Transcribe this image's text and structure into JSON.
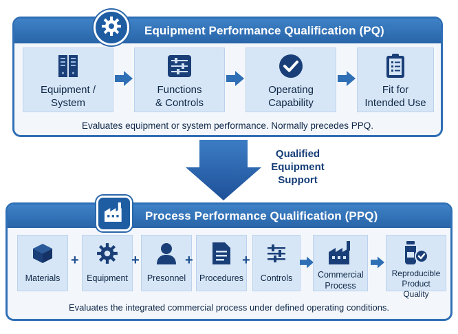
{
  "pq": {
    "title": "Equipment Performance Qualification (PQ)",
    "steps": [
      {
        "label": "Equipment / System",
        "icon": "server-rack-icon"
      },
      {
        "label": "Functions & Controls",
        "icon": "sliders-icon"
      },
      {
        "label": "Operating Capability",
        "icon": "checkmark-circle-icon"
      },
      {
        "label": "Fit for Intended Use",
        "icon": "clipboard-checklist-icon"
      }
    ],
    "description": "Evaluates equipment or system performance. Normally precedes PPQ.",
    "badge_icon": "gear-icon"
  },
  "connector": {
    "label_line1": "Qualified",
    "label_line2": "Equipment",
    "label_line3": "Support"
  },
  "ppq": {
    "title": "Process Performance Qualification (PPQ)",
    "inputs": [
      {
        "label": "Materials",
        "icon": "box-icon"
      },
      {
        "label": "Equipment",
        "icon": "gear-icon"
      },
      {
        "label": "Presonnel",
        "icon": "person-icon"
      },
      {
        "label": "Procedures",
        "icon": "document-icon"
      },
      {
        "label": "Controls",
        "icon": "sliders-icon"
      }
    ],
    "plus_symbol": "+",
    "outputs": [
      {
        "label": "Commercial Process",
        "icon": "factory-icon"
      },
      {
        "label": "Reproducible Product Quality",
        "icon": "vial-check-icon"
      }
    ],
    "description": "Evaluates the integrated commercial process under defined operating conditions.",
    "badge_icon": "factory-icon"
  },
  "colors": {
    "primary": "#2f6fb5",
    "dark": "#1f4f8f",
    "card": "#d6e6f6",
    "text": "#0f2747"
  }
}
